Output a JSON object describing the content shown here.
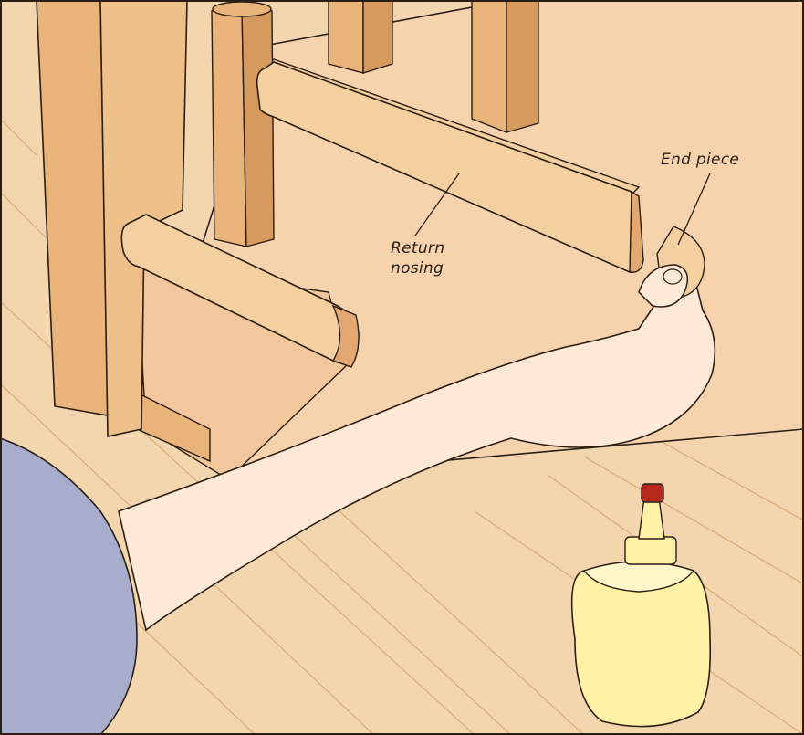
{
  "labels": {
    "end_piece": "End piece",
    "return_nosing_line1": "Return",
    "return_nosing_line2": "nosing"
  },
  "colors": {
    "floor": "#f3d6ad",
    "floor_grain": "#d9a777",
    "wall": "#f6d3ad",
    "riser": "#f2c79c",
    "baluster": "#e9b47a",
    "baluster_shade": "#d79a5e",
    "tread": "#f4cf9f",
    "tread_end": "#e3a871",
    "skin": "#fde9d5",
    "shirt": "#a9adcc",
    "glue_body": "#fff1a6",
    "glue_cap": "#b32a1c",
    "outline": "#2a1e14"
  }
}
